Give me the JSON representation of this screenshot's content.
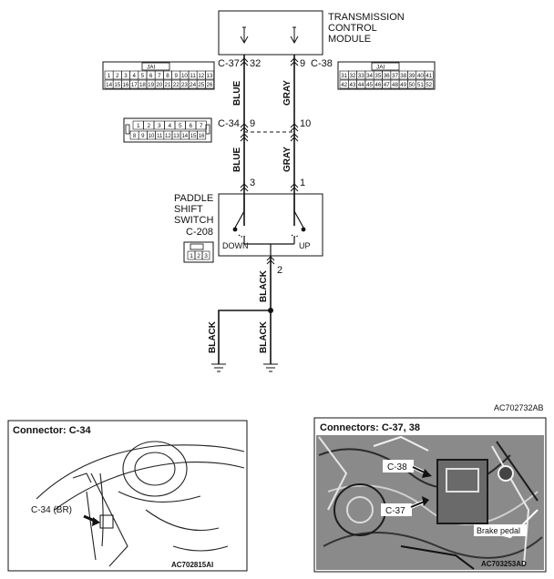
{
  "diagram": {
    "tcm_label_lines": [
      "TRANSMISSION",
      "CONTROL",
      "MODULE"
    ],
    "connector_c37": "C-37",
    "connector_c38": "C-38",
    "connector_c34": "C-34",
    "connector_c208": "C-208",
    "pin_32": "32",
    "pin_9_top": "9",
    "pin_9_mid": "9",
    "pin_10": "10",
    "pin_3": "3",
    "pin_1": "1",
    "pin_2": "2",
    "wire_blue": "BLUE",
    "wire_gray": "GRAY",
    "wire_black": "BLACK",
    "switch_label_lines": [
      "PADDLE",
      "SHIFT",
      "SWITCH"
    ],
    "switch_down": "DOWN",
    "switch_up": "UP",
    "diagram_code": "AC702732AB",
    "c37_face": {
      "key": "JAI",
      "row1": [
        "1",
        "2",
        "3",
        "4",
        "5",
        "6",
        "7",
        "8",
        "9",
        "10",
        "11",
        "12",
        "13"
      ],
      "row2": [
        "14",
        "15",
        "16",
        "17",
        "18",
        "19",
        "20",
        "21",
        "22",
        "23",
        "24",
        "25",
        "26"
      ]
    },
    "c38_face": {
      "key": "JAI",
      "row1": [
        "31",
        "32",
        "33",
        "34",
        "35",
        "36",
        "37",
        "38",
        "39",
        "40",
        "41"
      ],
      "row2": [
        "42",
        "43",
        "44",
        "45",
        "46",
        "47",
        "48",
        "49",
        "50",
        "51",
        "52"
      ]
    },
    "c34_face": {
      "row1": [
        "1",
        "2",
        "3",
        "4",
        "5",
        "6",
        "7"
      ],
      "row2": [
        "8",
        "9",
        "10",
        "11",
        "12",
        "13",
        "14",
        "15",
        "16"
      ]
    },
    "c208_face": {
      "pins": [
        "1",
        "2",
        "3"
      ]
    }
  },
  "photo_left": {
    "title": "Connector: C-34",
    "callout": "C-34 (BR)",
    "code": "AC702815AI"
  },
  "photo_right": {
    "title": "Connectors: C-37, 38",
    "callout_c38": "C-38",
    "callout_c37": "C-37",
    "callout_pedal": "Brake pedal",
    "code": "AC703253AD"
  }
}
